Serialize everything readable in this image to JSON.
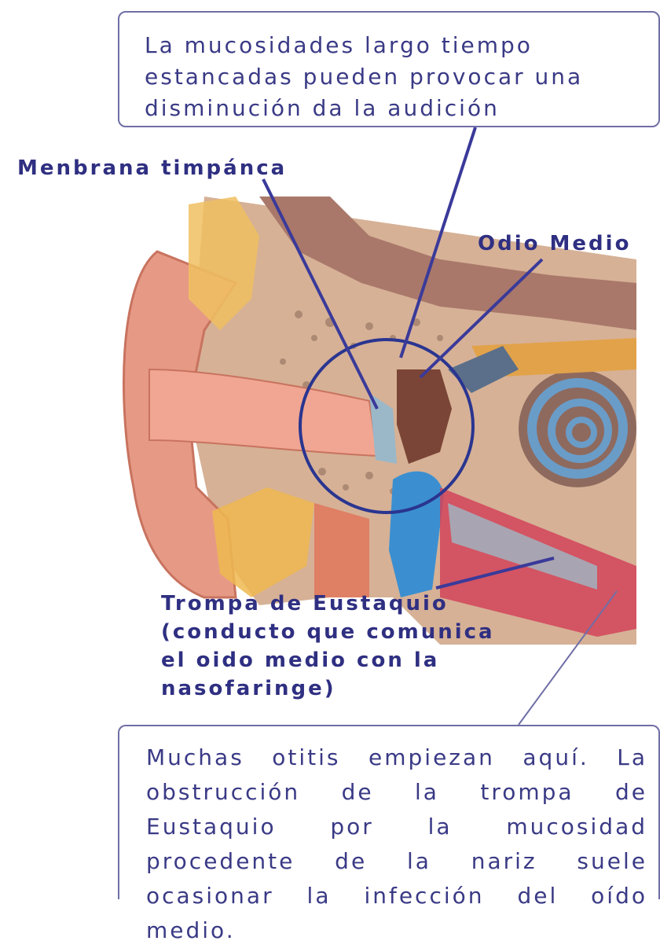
{
  "callouts": {
    "top_text": "La mucosidades largo tiempo estancadas pueden provocar una disminución da la audición",
    "bottom_text": "Muchas otitis empiezan aquí. La obstrucción de la trompa de Eustaquio por la mucosidad procedente de la nariz suele ocasionar la infección del oído medio."
  },
  "labels": {
    "membrane": "Menbrana timpánca",
    "middle_ear": "Odio Medio",
    "eustachian": [
      "Trompa de Eustaquio",
      "(conducto que comunica",
      "el oido medio con la",
      "nasofaringe)"
    ]
  },
  "colors": {
    "text": "#2f2f82",
    "frame": "#6f6ea6",
    "skin": "#e8a08a",
    "bone": "#d9b79a",
    "tube": "#3b8fd0",
    "cochlea": "#6a8fb8"
  }
}
